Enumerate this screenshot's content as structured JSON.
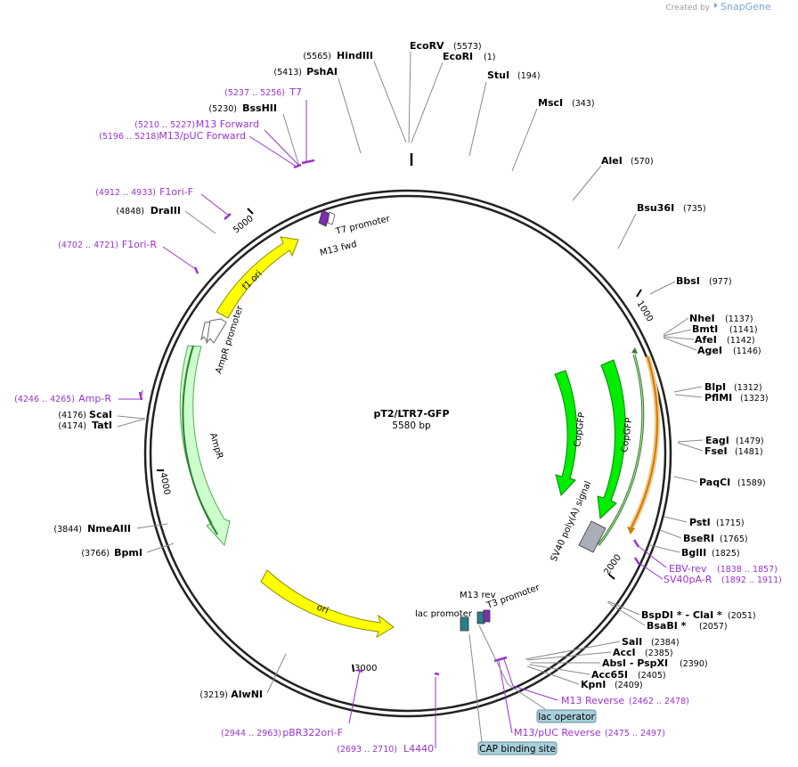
{
  "brand": {
    "prefix": "Created by",
    "name": "SnapGene"
  },
  "plasmid": {
    "name": "pT2/LTR7-GFP",
    "length_label": "5580 bp",
    "length_bp": 5580
  },
  "ring_ticks": [
    {
      "label": "1000",
      "bp": 1000
    },
    {
      "label": "2000",
      "bp": 2000
    },
    {
      "label": "3000",
      "bp": 3000
    },
    {
      "label": "4000",
      "bp": 4000
    },
    {
      "label": "5000",
      "bp": 5000
    }
  ],
  "sites": [
    {
      "name": "EcoRV",
      "pos": "(5573)",
      "bp": 5573,
      "anchor": "L"
    },
    {
      "name": "EcoRI",
      "pos": "(1)",
      "bp": 1,
      "anchor": "L"
    },
    {
      "name": "HindIII",
      "pos": "(5565)",
      "bp": 5565,
      "anchor": "R"
    },
    {
      "name": "PshAI",
      "pos": "(5413)",
      "bp": 5413,
      "anchor": "R"
    },
    {
      "name": "BssHII",
      "pos": "(5230)",
      "bp": 5230,
      "anchor": "R"
    },
    {
      "name": "StuI",
      "pos": "(194)",
      "bp": 194,
      "anchor": "L"
    },
    {
      "name": "MscI",
      "pos": "(343)",
      "bp": 343,
      "anchor": "L"
    },
    {
      "name": "AleI",
      "pos": "(570)",
      "bp": 570,
      "anchor": "L"
    },
    {
      "name": "Bsu36I",
      "pos": "(735)",
      "bp": 735,
      "anchor": "L"
    },
    {
      "name": "BbsI",
      "pos": "(977)",
      "bp": 977,
      "anchor": "L"
    },
    {
      "name": "NheI",
      "pos": "(1137)",
      "bp": 1137,
      "anchor": "L"
    },
    {
      "name": "BmtI",
      "pos": "(1141)",
      "bp": 1141,
      "anchor": "L"
    },
    {
      "name": "AfeI",
      "pos": "(1142)",
      "bp": 1142,
      "anchor": "L"
    },
    {
      "name": "AgeI",
      "pos": "(1146)",
      "bp": 1146,
      "anchor": "L"
    },
    {
      "name": "BlpI",
      "pos": "(1312)",
      "bp": 1312,
      "anchor": "L"
    },
    {
      "name": "PflMI",
      "pos": "(1323)",
      "bp": 1323,
      "anchor": "L"
    },
    {
      "name": "EagI",
      "pos": "(1479)",
      "bp": 1479,
      "anchor": "L"
    },
    {
      "name": "FseI",
      "pos": "(1481)",
      "bp": 1481,
      "anchor": "L"
    },
    {
      "name": "PaqCI",
      "pos": "(1589)",
      "bp": 1589,
      "anchor": "L"
    },
    {
      "name": "PstI",
      "pos": "(1715)",
      "bp": 1715,
      "anchor": "L"
    },
    {
      "name": "BseRI",
      "pos": "(1765)",
      "bp": 1765,
      "anchor": "L"
    },
    {
      "name": "BglII",
      "pos": "(1825)",
      "bp": 1825,
      "anchor": "L"
    },
    {
      "name": "BspDI * - ClaI *",
      "pos": "(2051)",
      "bp": 2051,
      "anchor": "L"
    },
    {
      "name": "BsaBI *",
      "pos": "(2057)",
      "bp": 2057,
      "anchor": "L"
    },
    {
      "name": "SalI",
      "pos": "(2384)",
      "bp": 2384,
      "anchor": "L"
    },
    {
      "name": "AccI",
      "pos": "(2385)",
      "bp": 2385,
      "anchor": "L"
    },
    {
      "name": "AbsI - PspXI",
      "pos": "(2390)",
      "bp": 2390,
      "anchor": "L"
    },
    {
      "name": "Acc65I",
      "pos": "(2405)",
      "bp": 2405,
      "anchor": "L"
    },
    {
      "name": "KpnI",
      "pos": "(2409)",
      "bp": 2409,
      "anchor": "L"
    },
    {
      "name": "AlwNI",
      "pos": "(3219)",
      "bp": 3219,
      "anchor": "R"
    },
    {
      "name": "BpmI",
      "pos": "(3766)",
      "bp": 3766,
      "anchor": "R"
    },
    {
      "name": "NmeAIII",
      "pos": "(3844)",
      "bp": 3844,
      "anchor": "R"
    },
    {
      "name": "TatI",
      "pos": "(4174)",
      "bp": 4174,
      "anchor": "R"
    },
    {
      "name": "ScaI",
      "pos": "(4176)",
      "bp": 4176,
      "anchor": "R"
    },
    {
      "name": "DraIII",
      "pos": "(4848)",
      "bp": 4848,
      "anchor": "R"
    }
  ],
  "primers": [
    {
      "name": "T7",
      "pos": "(5237 .. 5256)",
      "bp": 5246,
      "anchor": "R"
    },
    {
      "name": "M13 Forward",
      "pos": "(5210 .. 5227)",
      "bp": 5218,
      "anchor": "R"
    },
    {
      "name": "M13/pUC Forward",
      "pos": "(5196 .. 5218)",
      "bp": 5207,
      "anchor": "R"
    },
    {
      "name": "F1ori-F",
      "pos": "(4912 .. 4933)",
      "bp": 4922,
      "anchor": "R"
    },
    {
      "name": "F1ori-R",
      "pos": "(4702 .. 4721)",
      "bp": 4711,
      "anchor": "R"
    },
    {
      "name": "Amp-R",
      "pos": "(4246 .. 4265)",
      "bp": 4255,
      "anchor": "R"
    },
    {
      "name": "EBV-rev",
      "pos": "(1838 .. 1857)",
      "bp": 1847,
      "anchor": "L"
    },
    {
      "name": "SV40pA-R",
      "pos": "(1892 .. 1911)",
      "bp": 1901,
      "anchor": "L"
    },
    {
      "name": "M13 Reverse",
      "pos": "(2462 .. 2478)",
      "bp": 2470,
      "anchor": "L"
    },
    {
      "name": "M13/pUC Reverse",
      "pos": "(2475 .. 2497)",
      "bp": 2486,
      "anchor": "L"
    },
    {
      "name": "L4440",
      "pos": "(2693 .. 2710)",
      "bp": 2701,
      "anchor": "R"
    },
    {
      "name": "pBR322ori-F",
      "pos": "(2944 .. 2963)",
      "bp": 2953,
      "anchor": "R"
    }
  ],
  "features": [
    {
      "name": "f1 ori",
      "color": "#ffff00",
      "stroke": "#8a8a00"
    },
    {
      "name": "AmpR promoter",
      "color": "#ffffff",
      "stroke": "#666666"
    },
    {
      "name": "AmpR",
      "color": "#ccffcc",
      "stroke": "#55aa55"
    },
    {
      "name": "ori",
      "color": "#ffff00",
      "stroke": "#8a8a00"
    },
    {
      "name": "CopGFP",
      "color": "#00ee00",
      "stroke": "#008800"
    },
    {
      "name": "CopGFP",
      "color": "#00ee00",
      "stroke": "#008800"
    },
    {
      "name": "SV40 poly(A) signal",
      "color": "#a9aeb8",
      "stroke": "#555555"
    }
  ],
  "inner_labels": {
    "t7_promoter": "T7 promoter",
    "m13_fwd": "M13 fwd",
    "m13_rev": "M13 rev",
    "t3_promoter": "T3 promoter",
    "lac_promoter": "lac promoter"
  },
  "boxed_labels": {
    "lac_operator": "lac operator",
    "cap_site": "CAP binding site"
  },
  "colors": {
    "primer": "#9933cc",
    "backbone": "#222222",
    "box_fill": "#a8d0dc"
  }
}
